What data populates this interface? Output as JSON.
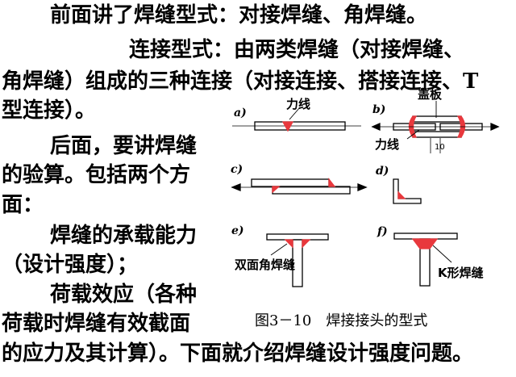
{
  "paragraph": {
    "line1": "前面讲了焊缝型式：对接焊缝、角焊缝。",
    "line2": "连接型式：由两类焊缝（对接焊缝、",
    "line3": "角焊缝）组成的三种连接（对接连接、搭接连接、T",
    "line4": "型连接）。",
    "line5": "后面，要讲焊缝",
    "line6": "的验算。包括两个方",
    "line7": "面：",
    "line8": "焊缝的承载能力",
    "line9": "（设计强度）；",
    "line10": "荷载效应（各种",
    "line11": "荷载时焊缝有效截面",
    "line12": "的应力及其计算）。下面就介绍焊缝设计强度问题。"
  },
  "figure": {
    "letter_a": "a)",
    "letter_b": "b)",
    "letter_c": "c)",
    "letter_d": "d)",
    "letter_e": "e)",
    "letter_f": "f)",
    "label_force_a": "力线",
    "label_cover_plate": "盖板",
    "label_force_b": "力线",
    "label_dim": "10",
    "label_double_fillet": "双面角焊缝",
    "label_k_weld": "K形焊缝",
    "caption": "图3－10　焊接接头的型式",
    "weld_color": "#e8383d"
  }
}
